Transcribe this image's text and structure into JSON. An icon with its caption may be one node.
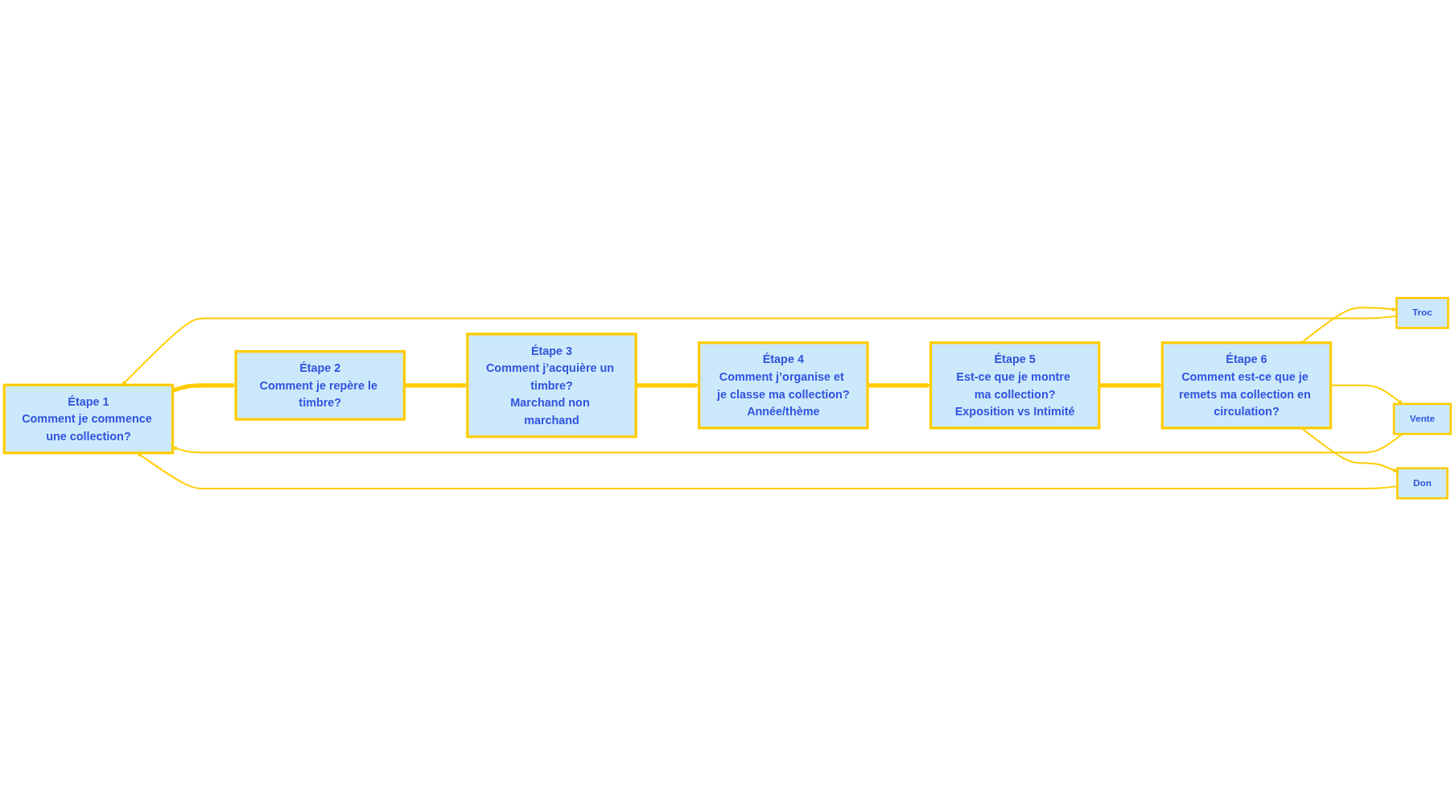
{
  "diagram": {
    "nodes": [
      {
        "text": [
          "Étape 1",
          "Comment je commence une collection?"
        ]
      },
      {
        "text": [
          "Étape 2",
          "Comment je repère le timbre?"
        ]
      },
      {
        "text": [
          "Étape 3",
          "Comment j’acquière un timbre?",
          "Marchand non marchand"
        ]
      },
      {
        "text": [
          "Étape 4",
          "Comment j’organise et je classe ma collection?",
          "Année/thème"
        ]
      },
      {
        "text": [
          "Étape 5",
          "Est-ce que je montre ma collection?",
          "Exposition vs Intimité"
        ]
      },
      {
        "text": [
          "Étape 6",
          "Comment est-ce que je remets ma collection en circulation?"
        ]
      },
      {
        "text": [
          "Troc"
        ]
      },
      {
        "text": [
          "Vente"
        ]
      },
      {
        "text": [
          "Don"
        ]
      }
    ],
    "edges": [
      {
        "from": 0,
        "to": 1,
        "arrow": "to",
        "style": "thick"
      },
      {
        "from": 1,
        "to": 2,
        "arrow": "to",
        "style": "thick"
      },
      {
        "from": 2,
        "to": 3,
        "arrow": "to",
        "style": "thick"
      },
      {
        "from": 3,
        "to": 4,
        "arrow": "to",
        "style": "thick"
      },
      {
        "from": 4,
        "to": 5,
        "arrow": "to",
        "style": "thick"
      },
      {
        "from": 5,
        "to": 6,
        "arrow": "to"
      },
      {
        "from": 5,
        "to": 7,
        "arrow": "to"
      },
      {
        "from": 5,
        "to": 8,
        "arrow": "to"
      },
      {
        "from": 6,
        "to": 0,
        "arrow": "to"
      },
      {
        "from": 7,
        "to": 0,
        "arrow": "to"
      },
      {
        "from": 8,
        "to": 0,
        "arrow": "to"
      }
    ]
  }
}
